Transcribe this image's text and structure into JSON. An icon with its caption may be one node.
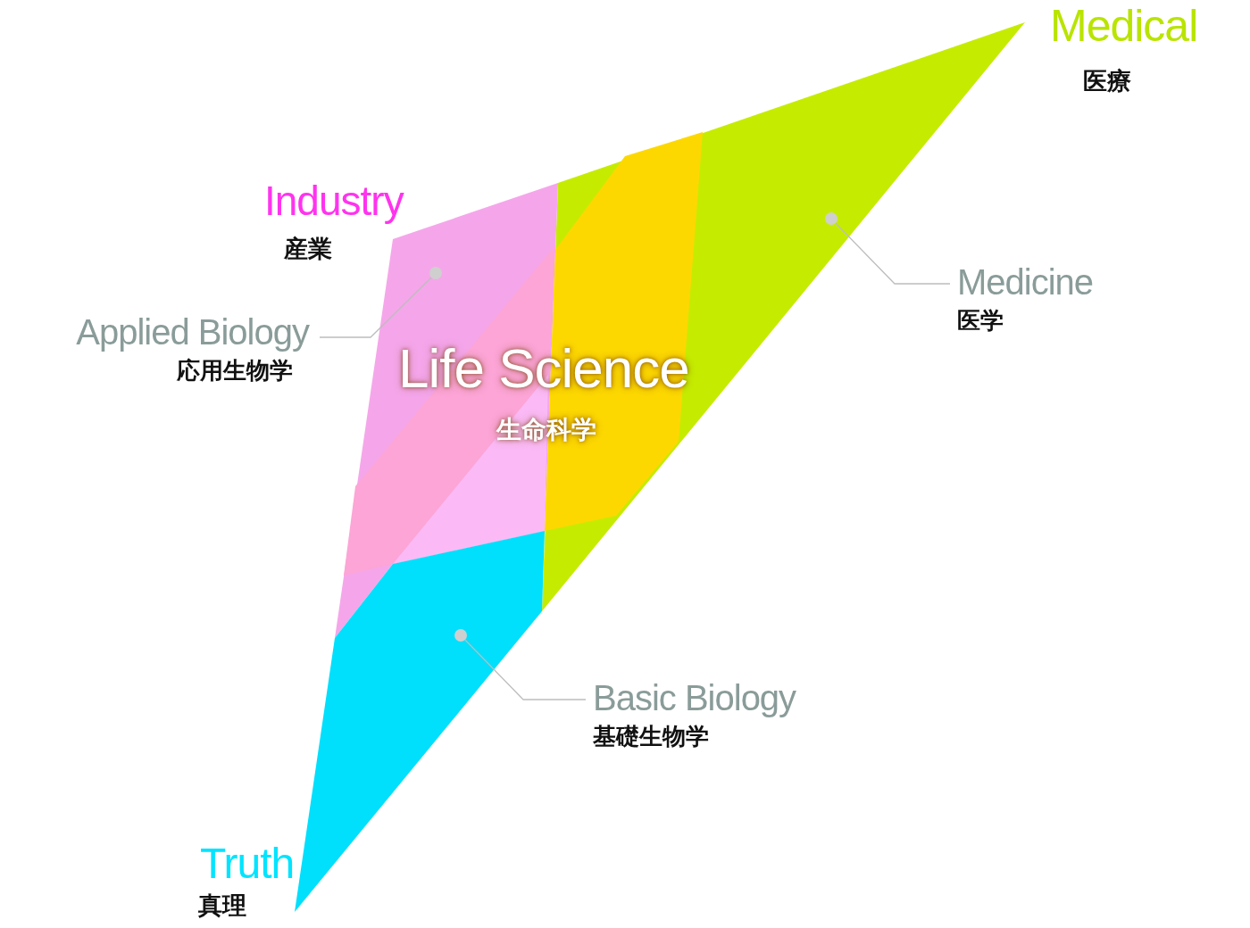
{
  "diagram": {
    "nodes": [
      {
        "text": [
          "Medicine",
          "医学"
        ]
      },
      {
        "text": [],
        "shape": "circle"
      },
      {
        "text": [
          "Applied Biology",
          "応用生物学"
        ]
      },
      {
        "text": [],
        "shape": "circle"
      },
      {
        "text": [
          "Basic Biology",
          "基礎生物学"
        ]
      },
      {
        "text": [],
        "shape": "circle"
      }
    ],
    "edges": [
      {
        "from": 0,
        "to": 1,
        "arrow": "none"
      },
      {
        "from": 2,
        "to": 3,
        "arrow": "none"
      },
      {
        "from": 4,
        "to": 5,
        "arrow": "none"
      }
    ],
    "labels": [
      "Medical",
      "医療",
      "Industry",
      "産業",
      "Life Science",
      "生命科学",
      "Truth",
      "真理"
    ]
  }
}
